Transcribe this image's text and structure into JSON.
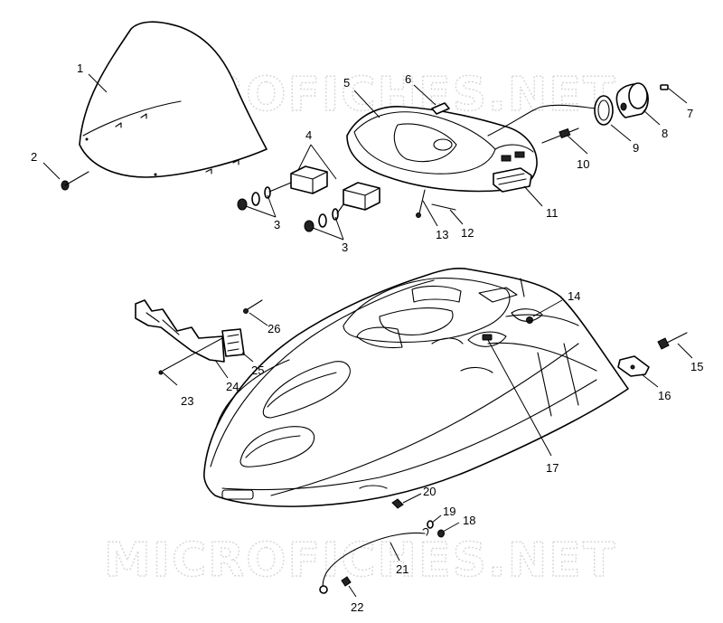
{
  "watermark": "MICROFICHES.NET",
  "callouts": {
    "p1": "1",
    "p2": "2",
    "p3a": "3",
    "p3b": "3",
    "p4": "4",
    "p5": "5",
    "p6": "6",
    "p7": "7",
    "p8": "8",
    "p9": "9",
    "p10": "10",
    "p11": "11",
    "p12": "12",
    "p13": "13",
    "p14": "14",
    "p15": "15",
    "p16": "16",
    "p17": "17",
    "p18": "18",
    "p19": "19",
    "p20": "20",
    "p21": "21",
    "p22": "22",
    "p23": "23",
    "p24": "24",
    "p25": "25",
    "p26": "26"
  }
}
